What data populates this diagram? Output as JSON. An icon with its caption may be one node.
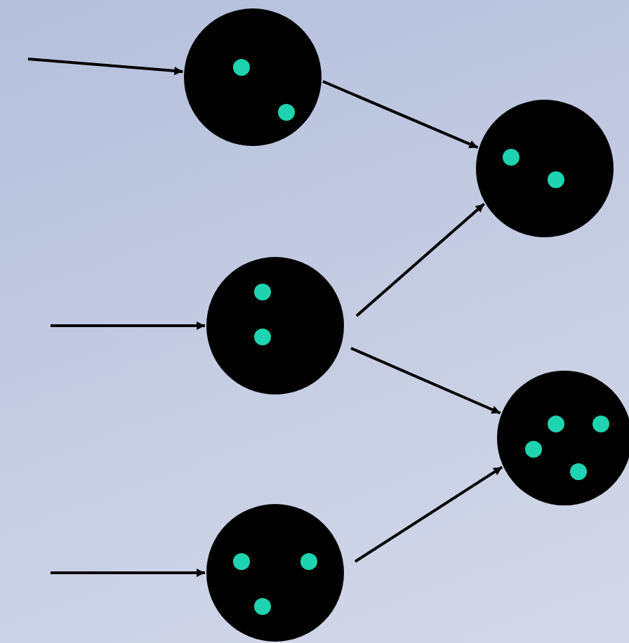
{
  "diagram": {
    "nodes": [
      {
        "text": [],
        "shape": "circle"
      },
      {
        "text": [],
        "shape": "circle"
      },
      {
        "text": [],
        "shape": "circle"
      },
      {
        "text": [],
        "shape": "circle"
      },
      {
        "text": [],
        "shape": "circle"
      }
    ],
    "edges": [
      {
        "from": null,
        "to": 0,
        "arrow": "to"
      },
      {
        "from": null,
        "to": 1,
        "arrow": "to"
      },
      {
        "from": null,
        "to": 2,
        "arrow": "to"
      },
      {
        "from": 0,
        "to": 3,
        "arrow": "to"
      },
      {
        "from": 1,
        "to": 3,
        "arrow": "to"
      },
      {
        "from": 1,
        "to": 4,
        "arrow": "to"
      },
      {
        "from": 2,
        "to": 4,
        "arrow": "to"
      }
    ]
  }
}
